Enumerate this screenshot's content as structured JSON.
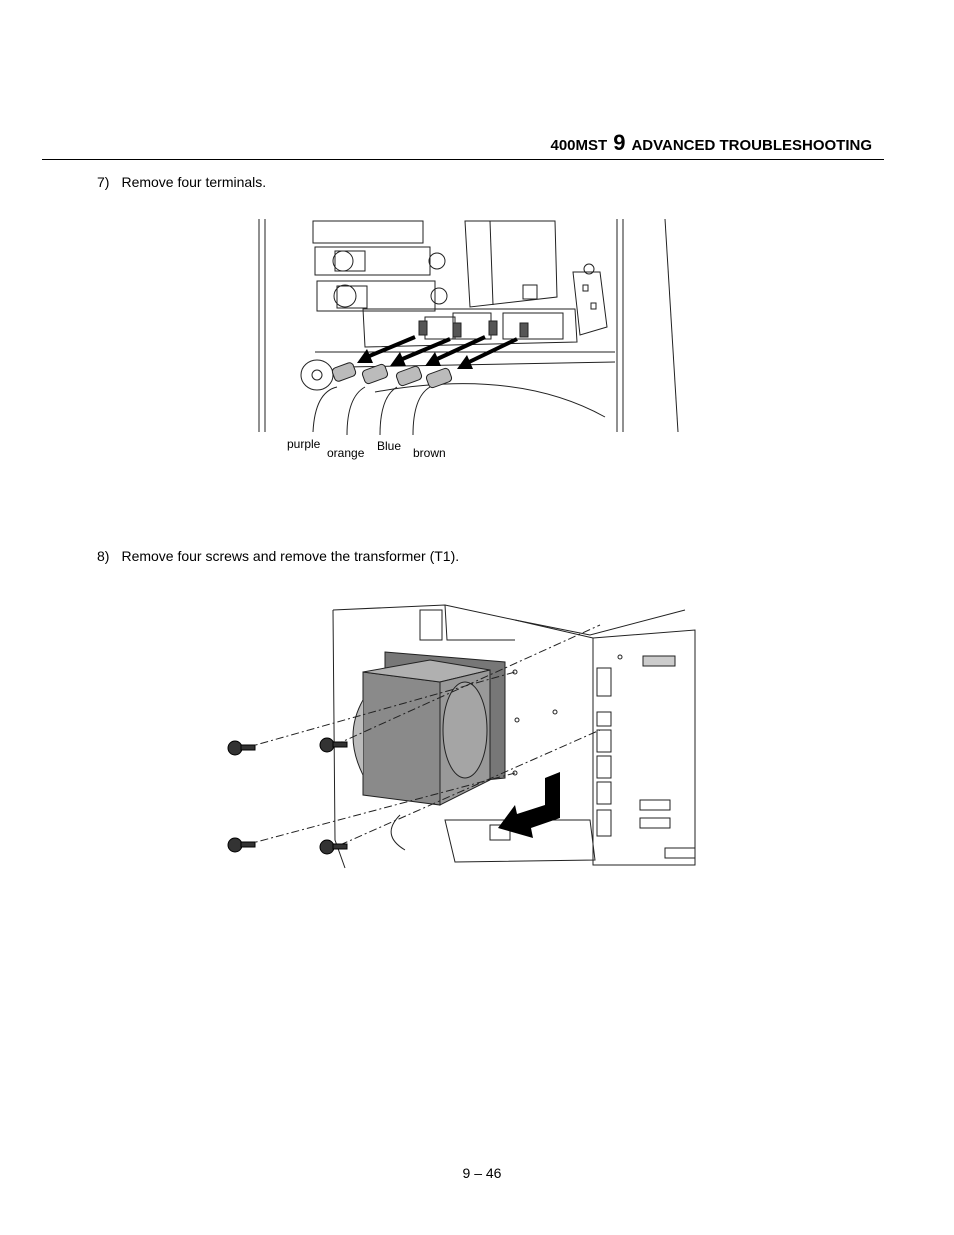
{
  "header": {
    "model": "400MST",
    "chapter_number": "9",
    "chapter_title": "ADVANCED TROUBLESHOOTING"
  },
  "steps": [
    {
      "number": "7)",
      "text": "Remove four terminals."
    },
    {
      "number": "8)",
      "text": "Remove four screws and remove the transformer (T1)."
    }
  ],
  "figure1": {
    "wire_labels": [
      "purple",
      "orange",
      "Blue",
      "brown"
    ]
  },
  "page_number": "9 – 46"
}
